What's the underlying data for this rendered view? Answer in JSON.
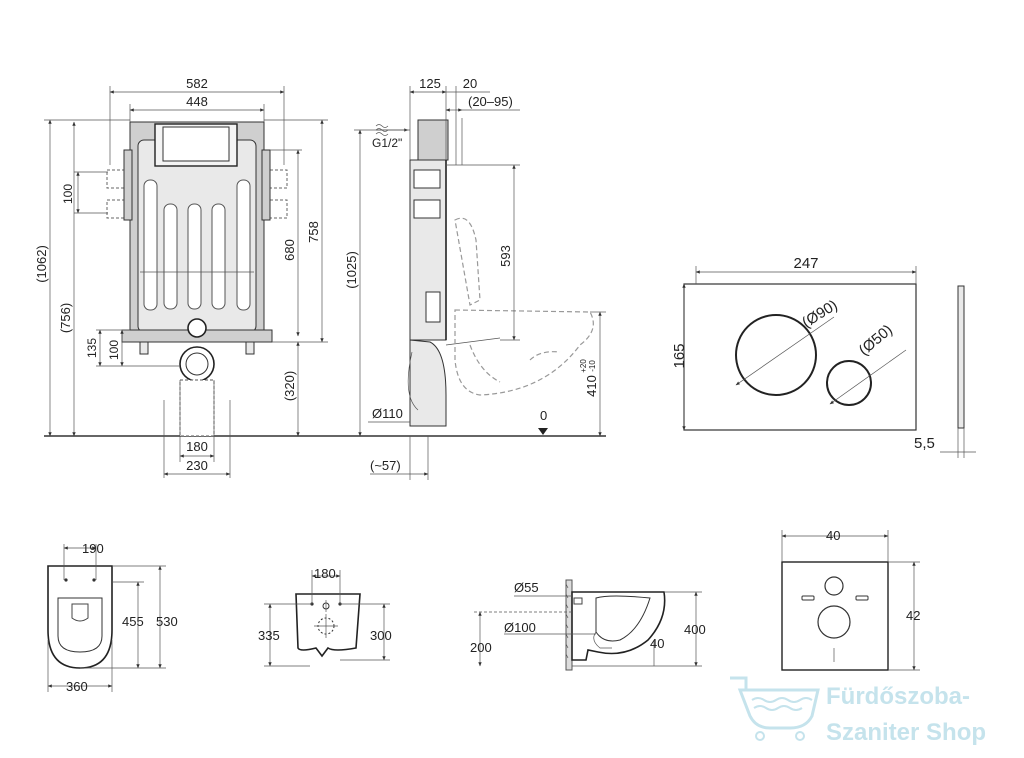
{
  "front_view": {
    "width_outer": "582",
    "width_inner": "448",
    "height_total": "(1062)",
    "height_756": "(756)",
    "height_758": "758",
    "height_680": "680",
    "height_100_top": "100",
    "height_135": "135",
    "height_100_bottom": "100",
    "height_320": "(320)",
    "width_180": "180",
    "width_230": "230"
  },
  "side_view": {
    "depth_125": "125",
    "depth_20": "20",
    "range_20_95": "(20–95)",
    "water_inlet": "G1/2\"",
    "height_1025": "(1025)",
    "height_593": "593",
    "height_410": "410",
    "tol_plus": "+20",
    "tol_minus": "-10",
    "pipe_110": "Ø110",
    "floor_zero": "0",
    "offset_57": "(~57)"
  },
  "flush_plate": {
    "width": "247",
    "height": "165",
    "button_large": "(Ø90)",
    "button_small": "(Ø50)",
    "thickness": "5,5"
  },
  "toilet_top": {
    "width_190": "190",
    "length_455": "455",
    "length_530": "530",
    "width_360": "360"
  },
  "toilet_back": {
    "width_180": "180",
    "height_335": "335",
    "height_300": "300"
  },
  "toilet_side": {
    "d55": "Ø55",
    "d100": "Ø100",
    "h200": "200",
    "h400": "400",
    "d40": "40"
  },
  "wall_plate": {
    "width": "40",
    "height": "42"
  },
  "logo": {
    "line1": "Fürdőszoba-",
    "line2": "Szaniter Shop"
  }
}
